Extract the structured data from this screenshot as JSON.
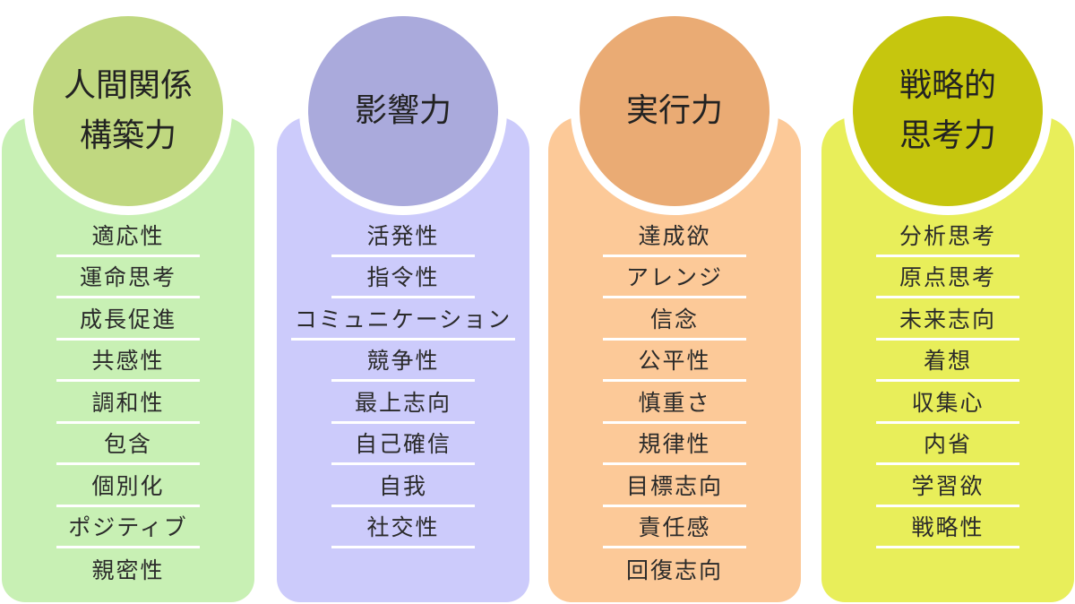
{
  "domains": [
    {
      "title": "人間関係\n構築力",
      "card_color": "#c8f0b4",
      "circle_color": "#c0d880",
      "items": [
        "適応性",
        "運命思考",
        "成長促進",
        "共感性",
        "調和性",
        "包含",
        "個別化",
        "ポジティブ",
        "親密性"
      ]
    },
    {
      "title": "影響力",
      "card_color": "#cccbfb",
      "circle_color": "#aaaadc",
      "items": [
        "活発性",
        "指令性",
        "コミュニケーション",
        "競争性",
        "最上志向",
        "自己確信",
        "自我",
        "社交性"
      ]
    },
    {
      "title": "実行力",
      "card_color": "#fcc998",
      "circle_color": "#eaab74",
      "items": [
        "達成欲",
        "アレンジ",
        "信念",
        "公平性",
        "慎重さ",
        "規律性",
        "目標志向",
        "責任感",
        "回復志向"
      ]
    },
    {
      "title": "戦略的\n思考力",
      "card_color": "#e8ee5a",
      "circle_color": "#c6c60e",
      "items": [
        "分析思考",
        "原点思考",
        "未来志向",
        "着想",
        "収集心",
        "内省",
        "学習欲",
        "戦略性"
      ]
    }
  ]
}
